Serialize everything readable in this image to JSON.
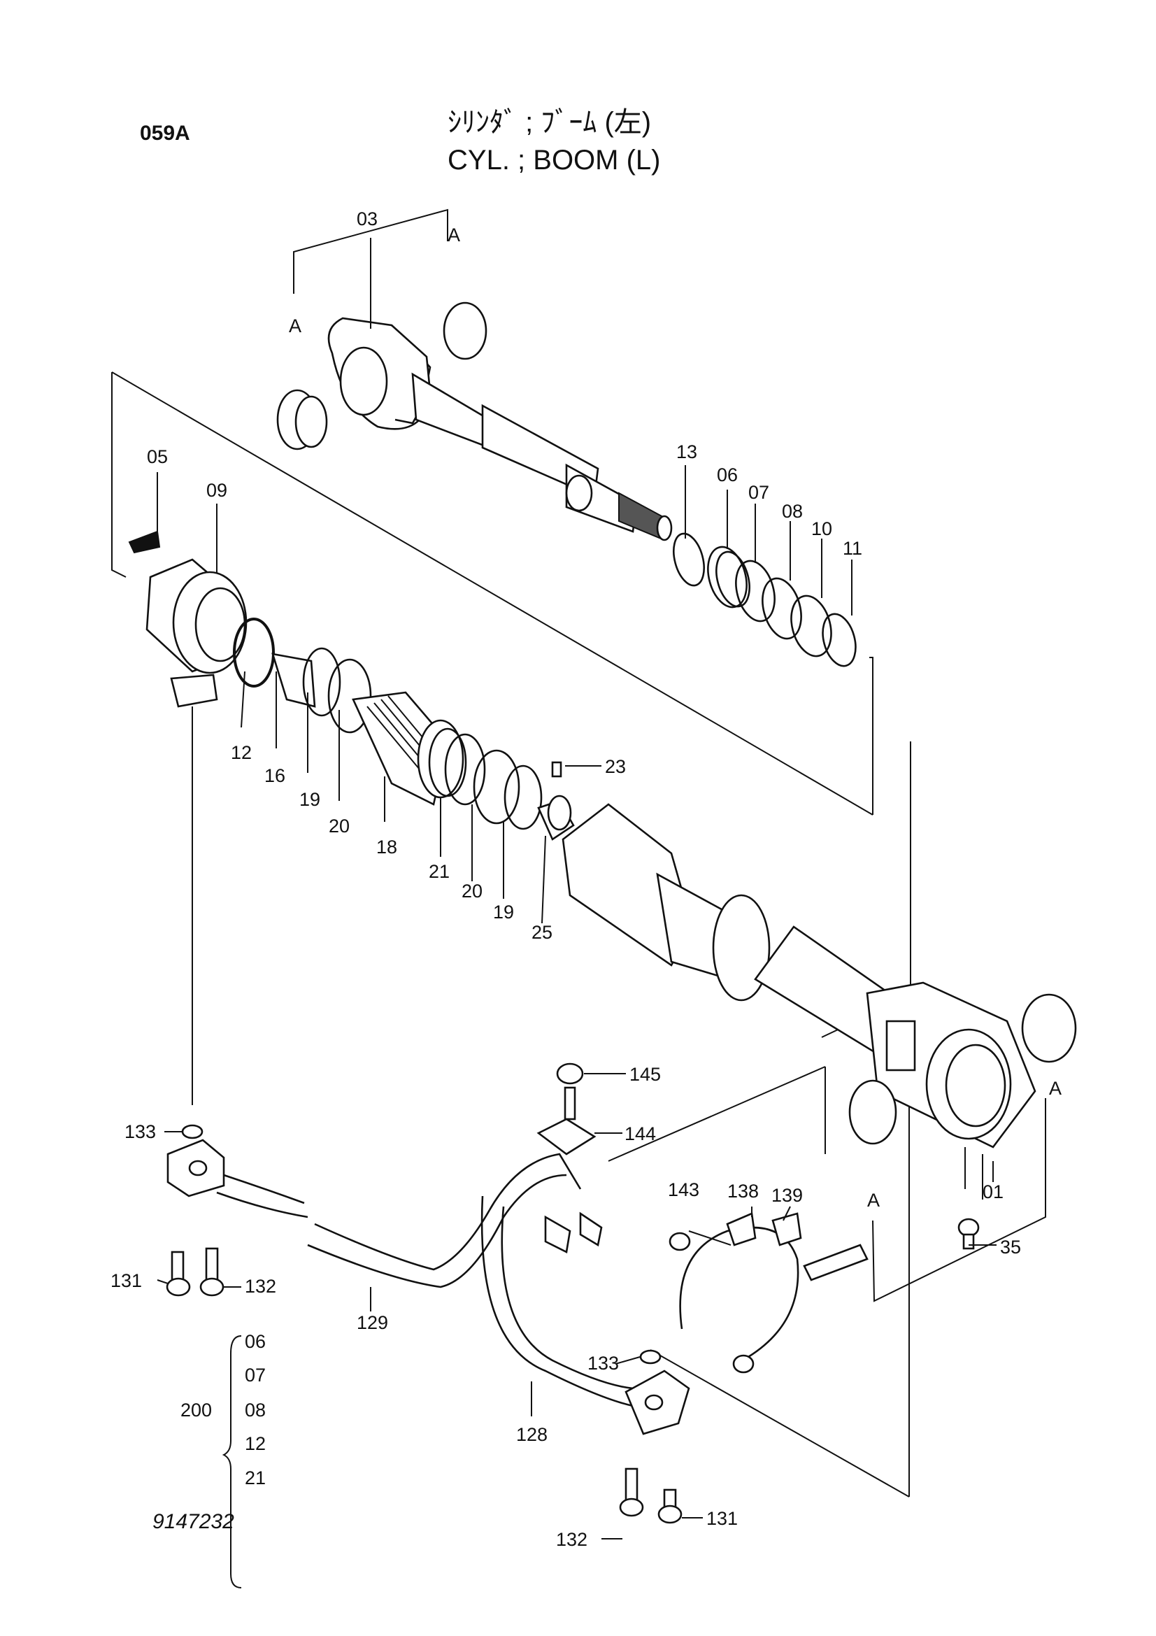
{
  "page_code": "059A",
  "title_jp": "ｼﾘﾝﾀﾞ ; ﾌﾞｰﾑ (左)",
  "title_en": "CYL. ; BOOM (L)",
  "drawing_number": "9147232",
  "ref_marks": {
    "a1": "A",
    "a2": "A",
    "a3": "A",
    "a4": "A"
  },
  "parts": {
    "p01": "01",
    "p03": "03",
    "p05": "05",
    "p06": "06",
    "p07": "07",
    "p08": "08",
    "p09": "09",
    "p10": "10",
    "p11": "11",
    "p12": "12",
    "p13": "13",
    "p16": "16",
    "p18": "18",
    "p19a": "19",
    "p19b": "19",
    "p20a": "20",
    "p20b": "20",
    "p21": "21",
    "p23": "23",
    "p25": "25",
    "p35": "35",
    "p128": "128",
    "p129": "129",
    "p131a": "131",
    "p131b": "131",
    "p132a": "132",
    "p132b": "132",
    "p133a": "133",
    "p133b": "133",
    "p138": "138",
    "p139": "139",
    "p143": "143",
    "p144": "144",
    "p145": "145"
  },
  "kit": {
    "number": "200",
    "items": [
      "06",
      "07",
      "08",
      "12",
      "21"
    ]
  }
}
